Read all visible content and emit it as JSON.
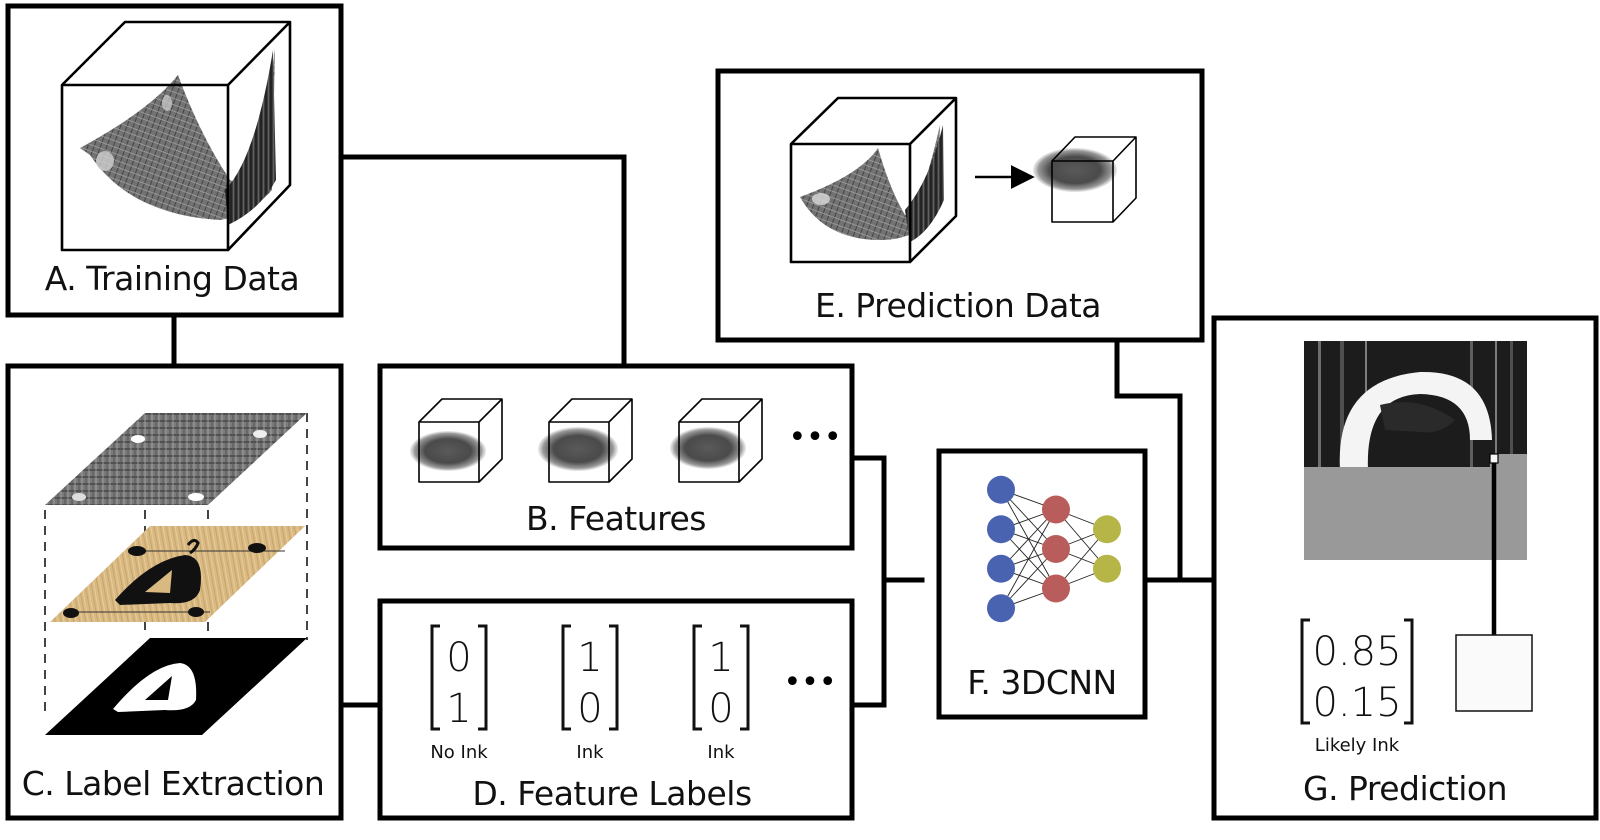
{
  "panels": {
    "a": {
      "title": "A. Training Data",
      "image": "papyrus-scroll-volume-in-cube"
    },
    "b": {
      "title": "B. Features",
      "image": "subvolume-cubes",
      "ellipsis": "•••"
    },
    "c": {
      "title": "C. Label Extraction",
      "image": "stacked-layers-ct-photo-mask"
    },
    "d": {
      "title": "D. Feature Labels",
      "ellipsis": "•••",
      "vectors": [
        {
          "values": [
            "0",
            "1"
          ],
          "caption": "No Ink"
        },
        {
          "values": [
            "1",
            "0"
          ],
          "caption": "Ink"
        },
        {
          "values": [
            "1",
            "0"
          ],
          "caption": "Ink"
        }
      ]
    },
    "e": {
      "title": "E. Prediction Data",
      "image": "volume-to-subvolume-arrow"
    },
    "f": {
      "title": "F. 3DCNN",
      "network": {
        "layers": [
          4,
          3,
          2
        ],
        "colors": [
          "#4a63b0",
          "#b85c5c",
          "#b5b548"
        ]
      }
    },
    "g": {
      "title": "G. Prediction",
      "vector": [
        "0.85",
        "0.15"
      ],
      "caption": "Likely Ink",
      "colors": {
        "pending_region": "#999999",
        "output_pixel": "#fafafa"
      }
    }
  }
}
